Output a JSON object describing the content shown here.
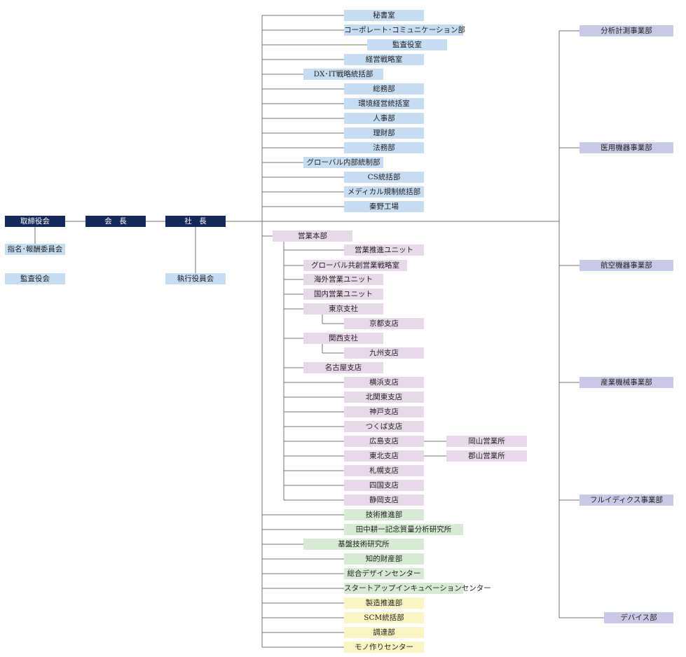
{
  "top": {
    "board": "取締役会",
    "chairman": "会　長",
    "president": "社　長",
    "nomination": "指名･報酬委員会",
    "audit_board": "監査役会",
    "executive": "執行役員会"
  },
  "staff_units": [
    {
      "label": "秘書室"
    },
    {
      "label": "コーポレート･コミュニケーション部"
    },
    {
      "label": "監査役室"
    },
    {
      "label": "経営戦略室"
    },
    {
      "label": "DX･IT戦略統括部"
    },
    {
      "label": "総務部"
    },
    {
      "label": "環境経営統括室"
    },
    {
      "label": "人事部"
    },
    {
      "label": "理財部"
    },
    {
      "label": "法務部"
    },
    {
      "label": "グローバル内部統制部"
    },
    {
      "label": "CS統括部"
    },
    {
      "label": "メディカル規制統括部"
    },
    {
      "label": "秦野工場"
    }
  ],
  "sales": {
    "head": "営業本部",
    "units": [
      {
        "label": "営業推進ユニット"
      },
      {
        "label": "グローバル共創営業戦略室"
      },
      {
        "label": "海外営業ユニット"
      },
      {
        "label": "国内営業ユニット"
      },
      {
        "label": "東京支社"
      },
      {
        "label": "京都支店"
      },
      {
        "label": "関西支社"
      },
      {
        "label": "九州支店"
      },
      {
        "label": "名古屋支店"
      },
      {
        "label": "横浜支店"
      },
      {
        "label": "北関東支店"
      },
      {
        "label": "神戸支店"
      },
      {
        "label": "つくば支店"
      },
      {
        "label": "広島支店"
      },
      {
        "label": "東北支店"
      },
      {
        "label": "札幌支店"
      },
      {
        "label": "四国支店"
      },
      {
        "label": "静岡支店"
      }
    ],
    "offices": [
      {
        "label": "岡山営業所"
      },
      {
        "label": "郡山営業所"
      }
    ]
  },
  "tech_units": [
    {
      "label": "技術推進部"
    },
    {
      "label": "田中耕一記念質量分析研究所"
    },
    {
      "label": "基盤技術研究所"
    },
    {
      "label": "知的財産部"
    },
    {
      "label": "総合デザインセンター"
    },
    {
      "label": "スタートアップインキュベーションセンター"
    }
  ],
  "mfg_units": [
    {
      "label": "製造推進部"
    },
    {
      "label": "SCM統括部"
    },
    {
      "label": "調達部"
    },
    {
      "label": "モノ作りセンター"
    }
  ],
  "business_units": [
    {
      "label": "分析計測事業部"
    },
    {
      "label": "医用機器事業部"
    },
    {
      "label": "航空機器事業部"
    },
    {
      "label": "産業機械事業部"
    },
    {
      "label": "フルイディクス事業部"
    },
    {
      "label": "デバイス部"
    }
  ]
}
